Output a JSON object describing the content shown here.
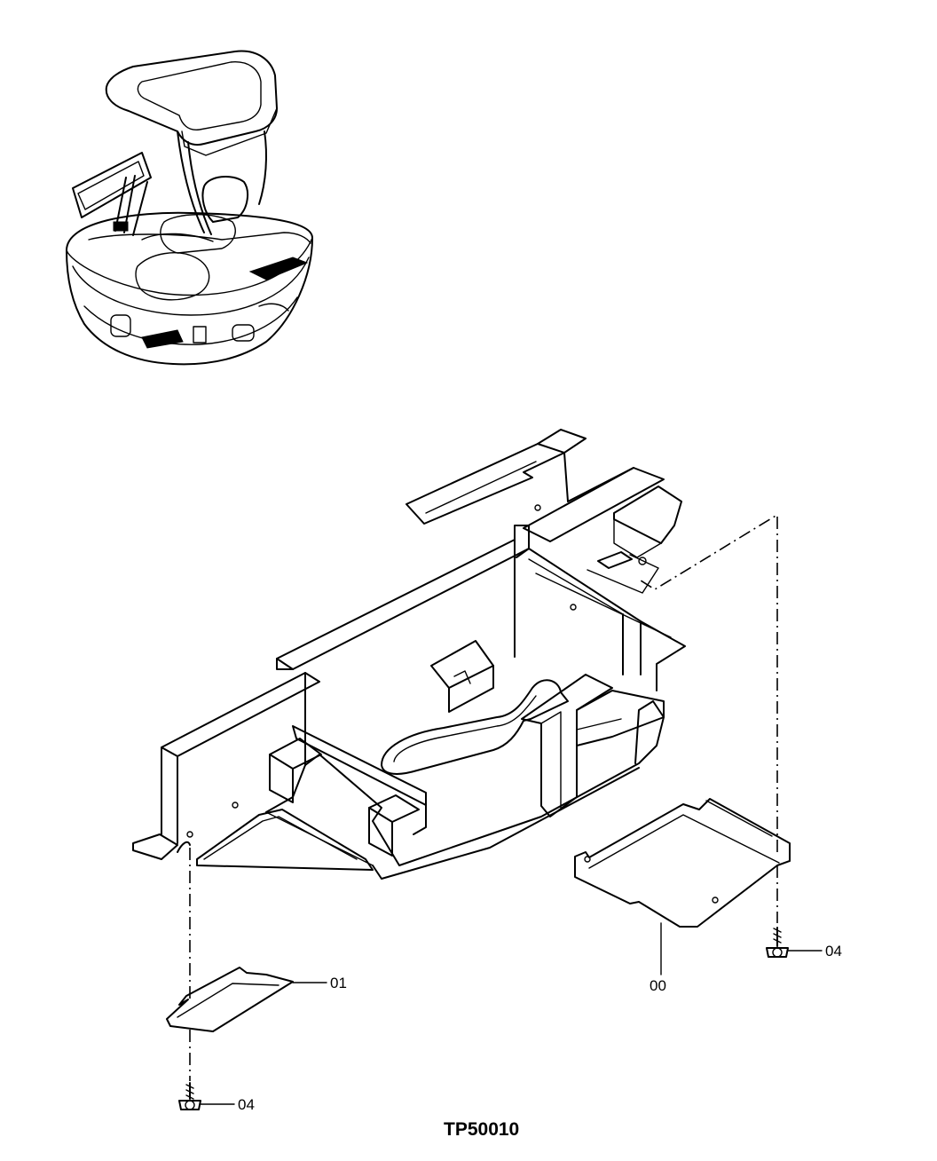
{
  "drawing_code": "TP50010",
  "callouts": {
    "plate_left": "01",
    "plate_right": "00",
    "bolt_left": "04",
    "bolt_right": "04"
  }
}
